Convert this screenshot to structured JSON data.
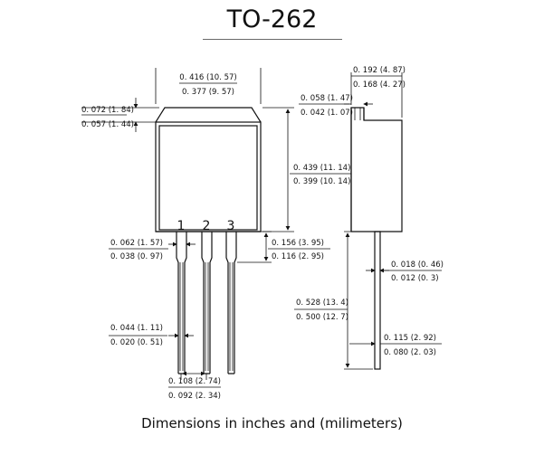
{
  "title": "TO-262",
  "caption": "Dimensions in inches and (milimeters)",
  "pin_labels": [
    "1",
    "2",
    "3"
  ],
  "dimensions": {
    "body_width_max": "0. 416 (10. 57)",
    "body_width_min": "0. 377 (9. 57)",
    "tab_top_max": "0. 072 (1. 84)",
    "tab_top_min": "0. 057 (1. 44)",
    "body_height_max": "0. 439 (11. 14)",
    "body_height_min": "0. 399 (10. 14)",
    "lead_top_width_max": "0. 062 (1. 57)",
    "lead_top_width_min": "0. 038 (0. 97)",
    "standoff_max": "0. 156 (3. 95)",
    "standoff_min": "0. 116 (2. 95)",
    "lead_width_max": "0. 044 (1. 11)",
    "lead_width_min": "0. 020 (0. 51)",
    "pitch_max": "0. 108 (2. 74)",
    "pitch_min": "0. 092 (2. 34)",
    "side_depth_max": "0. 192 (4. 87)",
    "side_depth_min": "0. 168 (4. 27)",
    "side_tab_max": "0. 058 (1. 47)",
    "side_tab_min": "0. 042 (1. 07)",
    "lead_thickness_max": "0. 018 (0. 46)",
    "lead_thickness_min": "0. 012 (0. 3)",
    "lead_length_max": "0. 528 (13. 4)",
    "lead_length_min": "0. 500 (12. 7)",
    "lead_bottom_max": "0. 115 (2. 92)",
    "lead_bottom_min": "0. 080 (2. 03)"
  }
}
